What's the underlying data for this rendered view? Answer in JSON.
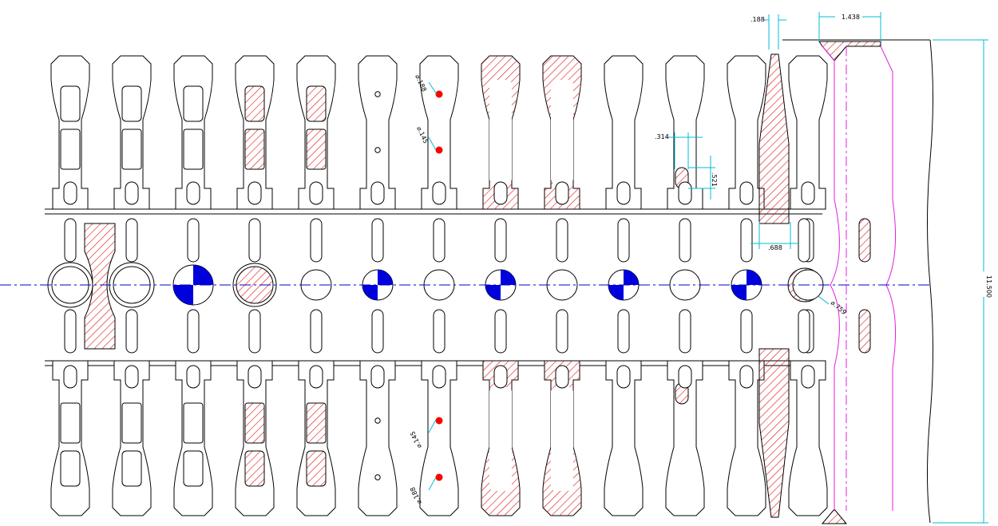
{
  "dimensions": {
    "top_width_small": ".188",
    "top_width_large": "1.438",
    "slot_width": ".314",
    "slot_height": ".521",
    "gap": ".688",
    "overall_height": "11.500",
    "dia_188": "⌀.188",
    "dia_145": "⌀.145",
    "dia_145_bottom": "⌀.145",
    "dia_188_bottom": "⌀.188",
    "dia_759": "⌀.759"
  },
  "colors": {
    "outline": "#000000",
    "hatch": "#dd1111",
    "fill_blue": "#0000dd",
    "centerline": "#0000cc",
    "dimension": "#00bcd4",
    "magenta": "#e020e0",
    "dot": "#ff0000"
  }
}
